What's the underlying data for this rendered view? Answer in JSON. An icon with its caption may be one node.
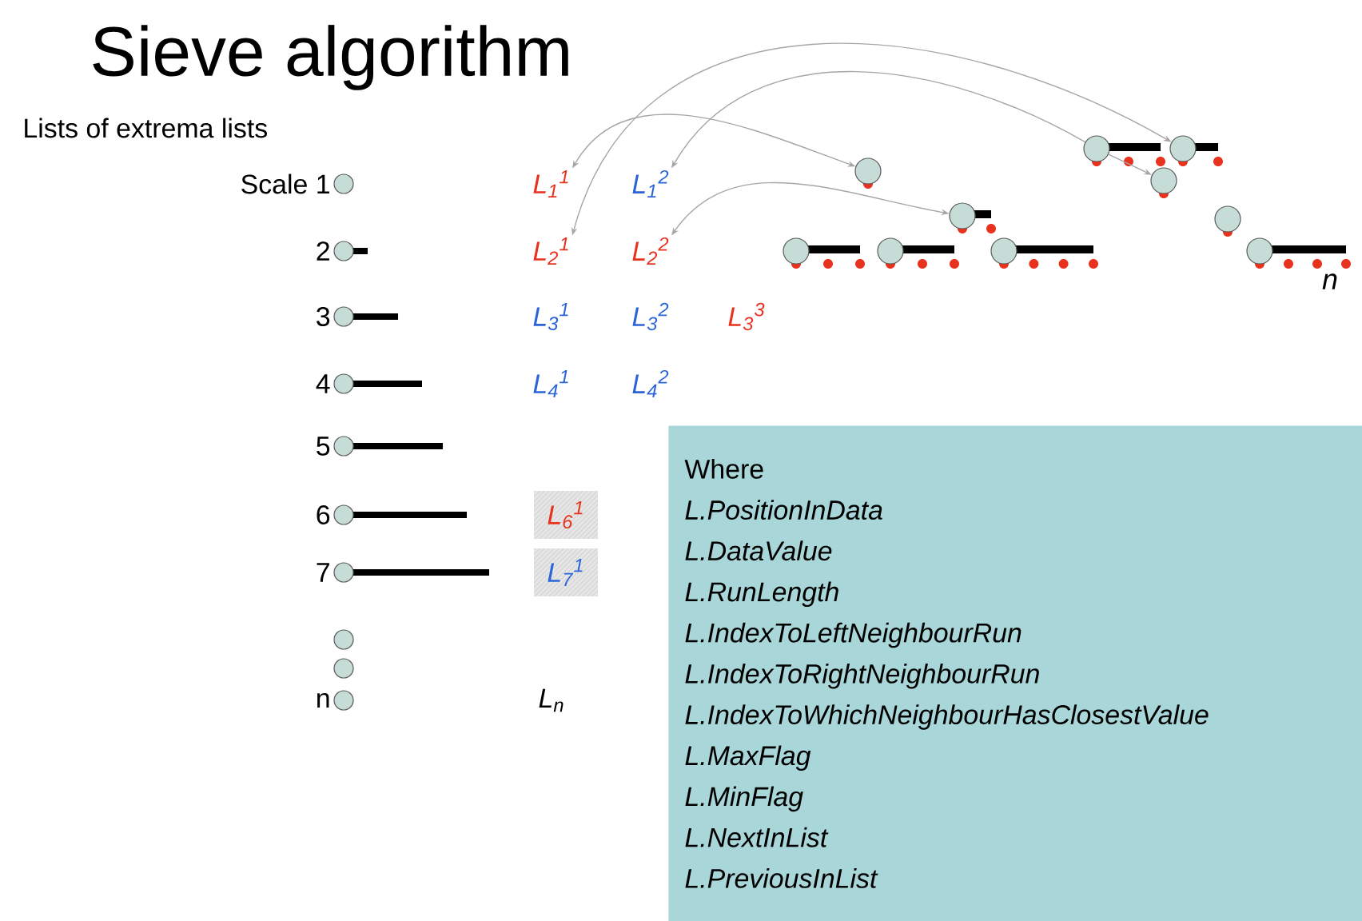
{
  "diagram": {
    "title": "Sieve algorithm",
    "nodes": [
      {
        "text": [
          "L$_{1}$$^{1}$"
        ]
      },
      {
        "text": [
          "L$_{1}$$^{2}$"
        ]
      },
      {
        "text": [
          "L$_{2}$$^{1}$"
        ]
      },
      {
        "text": [
          "L$_{2}$$^{2}$"
        ]
      },
      {
        "text": [
          "Where",
          "L.PositionInData",
          "L.DataValue",
          "L.RunLength",
          "L.IndexToLeftNeighbourRun",
          "L.IndexToRightNeighbourRun",
          "L.IndexToWhichNeighbourHasClosestValue",
          "L.MaxFlag",
          "L.MinFlag",
          "L.NextInList",
          "L.PreviousInList"
        ]
      },
      {
        "text": [],
        "shape": "circle"
      },
      {
        "text": [],
        "shape": "circle"
      },
      {
        "text": [],
        "shape": "circle"
      },
      {
        "text": [],
        "shape": "circle"
      },
      {
        "text": [],
        "shape": "circle"
      },
      {
        "text": [],
        "shape": "circle"
      },
      {
        "text": [],
        "shape": "circle"
      },
      {
        "text": [],
        "shape": "circle"
      },
      {
        "text": [],
        "shape": "circle"
      },
      {
        "text": [],
        "shape": "circle"
      }
    ],
    "edges": [
      {
        "from": 0,
        "to": 9,
        "arrow": "both"
      },
      {
        "from": 2,
        "to": 6,
        "arrow": "both"
      },
      {
        "from": 5,
        "to": 1,
        "arrow": "to"
      },
      {
        "from": 5,
        "to": 7,
        "arrow": "to"
      },
      {
        "from": 3,
        "to": 8,
        "arrow": "both"
      }
    ],
    "labels": [
      "Lists of extrema lists",
      "Scale 1",
      "2",
      "n",
      "3",
      "L$_{3}$$^{1}$",
      "L$_{3}$$^{2}$",
      "L$_{3}$$^{3}$",
      "4",
      "L$_{4}$$^{1}$",
      "L$_{4}$$^{2}$",
      "5",
      "6",
      "L$_{6}$$^{1}$",
      "7",
      "L$_{7}$$^{1}$",
      "n",
      "L$_{n}$"
    ]
  }
}
